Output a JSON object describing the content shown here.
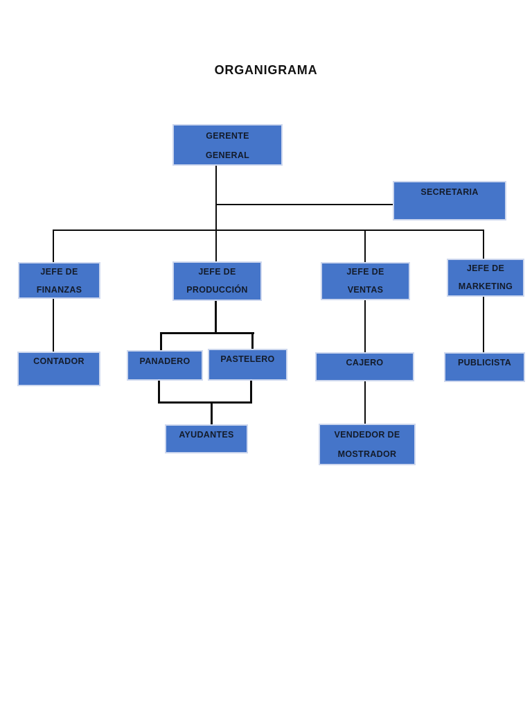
{
  "page": {
    "title": "ORGANIGRAMA"
  },
  "colors": {
    "box_fill": "#4575c9",
    "box_border": "#cdd7ee",
    "node_text": "#131b2a",
    "connector": "#0b0b0b",
    "background": "#ffffff"
  },
  "nodes": {
    "gerente": {
      "line1": "GERENTE",
      "line2": "GENERAL"
    },
    "secretaria": {
      "line1": "SECRETARIA"
    },
    "finanzas": {
      "line1": "JEFE DE",
      "line2": "FINANZAS"
    },
    "produccion": {
      "line1": "JEFE DE",
      "line2": "PRODUCCIÓN"
    },
    "ventas": {
      "line1": "JEFE DE",
      "line2": "VENTAS"
    },
    "marketing": {
      "line1": "JEFE DE",
      "line2": "MARKETING"
    },
    "contador": {
      "line1": "CONTADOR"
    },
    "panadero": {
      "line1": "PANADERO"
    },
    "pastelero": {
      "line1": "PASTELERO"
    },
    "cajero": {
      "line1": "CAJERO"
    },
    "publicista": {
      "line1": "PUBLICISTA"
    },
    "ayudantes": {
      "line1": "AYUDANTES"
    },
    "vendedor": {
      "line1": "VENDEDOR DE",
      "line2": "MOSTRADOR"
    }
  },
  "edges": [
    {
      "from": "gerente",
      "to": "secretaria",
      "type": "assistant"
    },
    {
      "from": "gerente",
      "to": "finanzas",
      "type": "report"
    },
    {
      "from": "gerente",
      "to": "produccion",
      "type": "report"
    },
    {
      "from": "gerente",
      "to": "ventas",
      "type": "report"
    },
    {
      "from": "gerente",
      "to": "marketing",
      "type": "report"
    },
    {
      "from": "finanzas",
      "to": "contador",
      "type": "report"
    },
    {
      "from": "produccion",
      "to": "panadero",
      "type": "report"
    },
    {
      "from": "produccion",
      "to": "pastelero",
      "type": "report"
    },
    {
      "from": "panadero",
      "to": "ayudantes",
      "type": "report"
    },
    {
      "from": "pastelero",
      "to": "ayudantes",
      "type": "report"
    },
    {
      "from": "ventas",
      "to": "cajero",
      "type": "report"
    },
    {
      "from": "cajero",
      "to": "vendedor",
      "type": "report"
    },
    {
      "from": "marketing",
      "to": "publicista",
      "type": "report"
    }
  ]
}
